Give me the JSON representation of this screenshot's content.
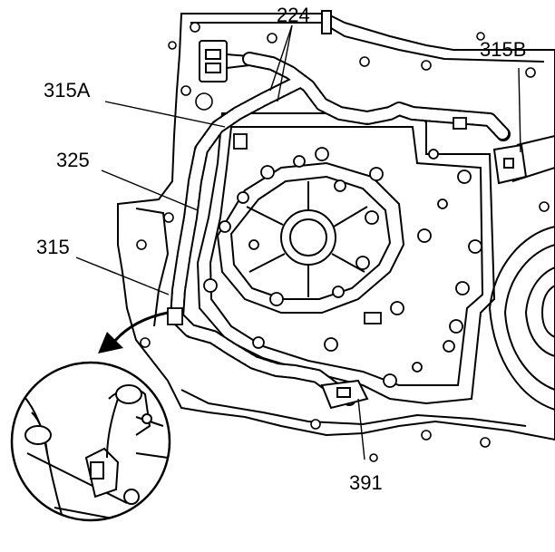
{
  "callouts": {
    "c224": "224",
    "c315A": "315A",
    "c315B": "315B",
    "c325": "325",
    "c315": "315",
    "c391": "391"
  },
  "colors": {
    "ink": "#000000",
    "paper": "#ffffff",
    "shade": "#d9d9d9"
  }
}
